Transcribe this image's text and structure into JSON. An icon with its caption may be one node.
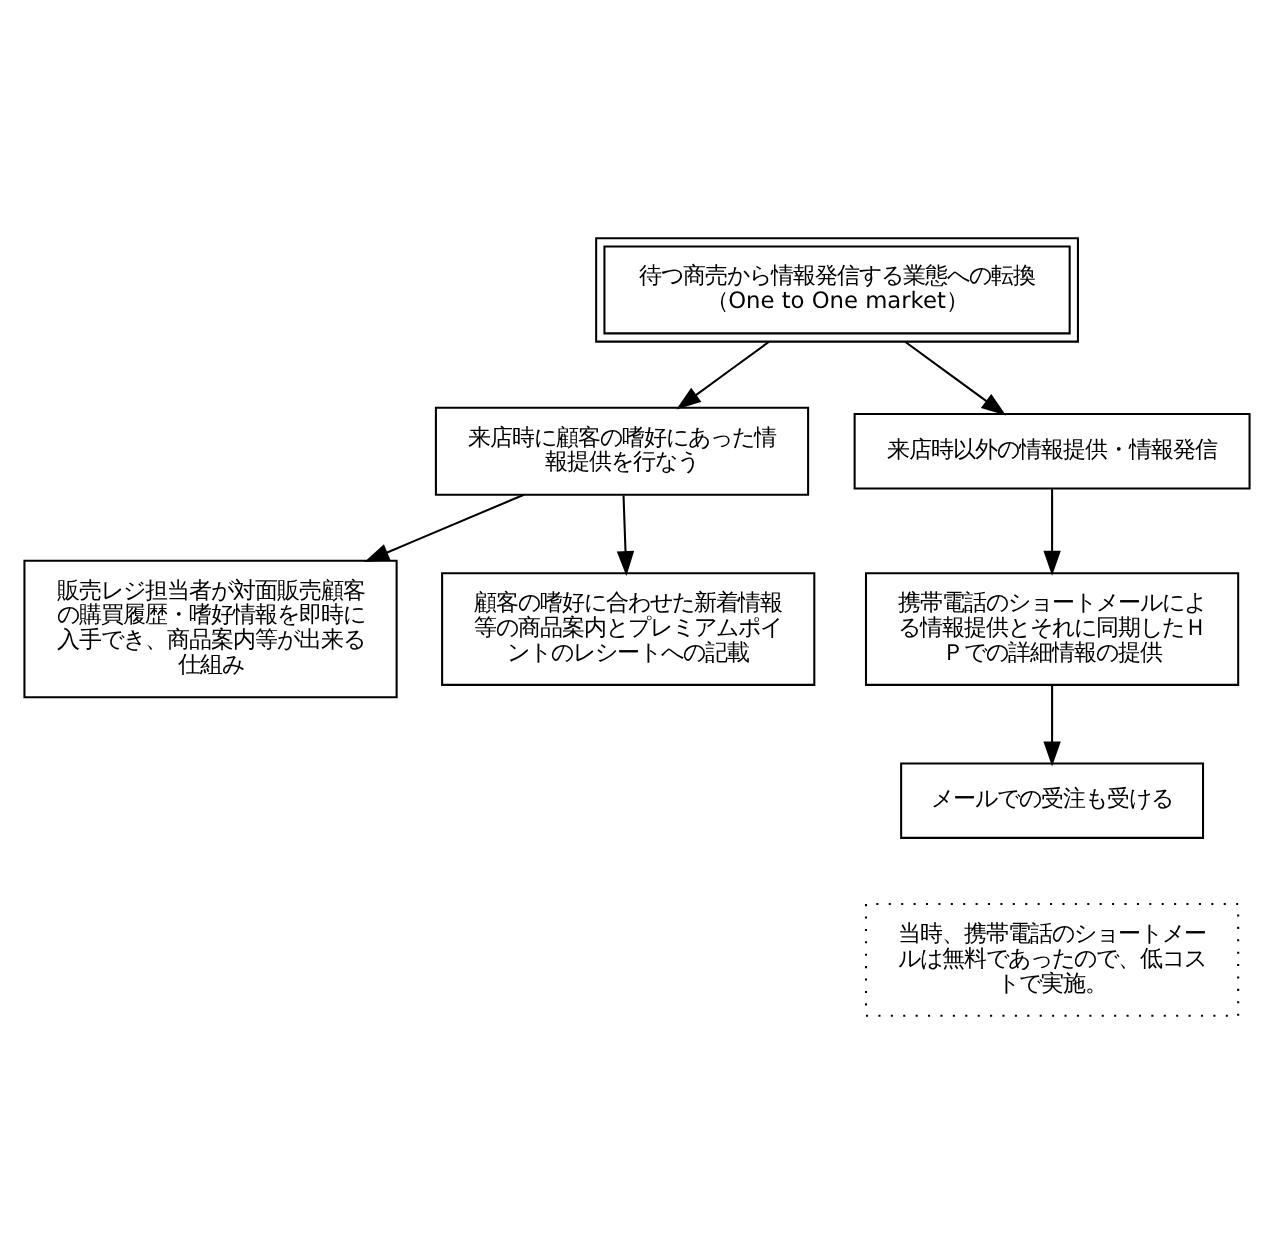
{
  "diagram": {
    "nodes": [
      {
        "text": [
          "待つ商売から情報発信する業態への転換",
          "（One to One market）"
        ]
      },
      {
        "text": [
          "来店時に顧客の嗜好にあった情報提供を行なう"
        ]
      },
      {
        "text": [
          "来店時以外の情報提供・情報発信"
        ]
      },
      {
        "text": [
          "販売レジ担当者が対面販売顧客の購買履歴・嗜好情報を即時に入手でき、商品案内等が出来る仕組み"
        ]
      },
      {
        "text": [
          "顧客の嗜好に合わせた新着情報等の商品案内とプレミアムポイントのレシートへの記載"
        ]
      },
      {
        "text": [
          "携帯電話のショートメールによる情報提供とそれに同期したＨＰでの詳細情報の提供"
        ]
      },
      {
        "text": [
          "メールでの受注も受ける"
        ]
      },
      {
        "text": [
          "当時、携帯電話のショートメールは無料であったので、低コストで実施。"
        ]
      }
    ],
    "edges": [
      {
        "from": 0,
        "to": 1,
        "arrow": "to"
      },
      {
        "from": 0,
        "to": 2,
        "arrow": "to"
      },
      {
        "from": 1,
        "to": 3,
        "arrow": "to"
      },
      {
        "from": 1,
        "to": 4,
        "arrow": "to"
      },
      {
        "from": 2,
        "to": 5,
        "arrow": "to"
      },
      {
        "from": 5,
        "to": 6,
        "arrow": "to"
      }
    ]
  }
}
